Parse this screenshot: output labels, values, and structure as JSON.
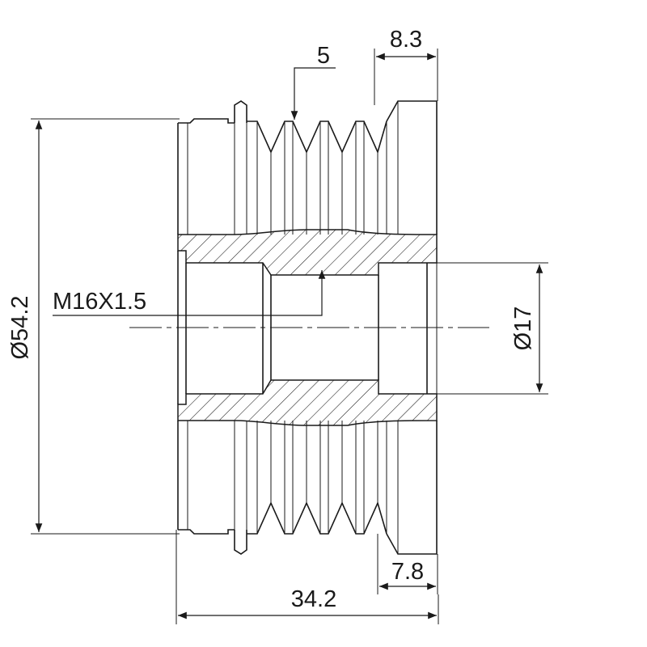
{
  "dimensions": {
    "groove_pitch": "5",
    "right_flange_width": "8.3",
    "outer_diameter": "Ø54.2",
    "thread": "M16X1.5",
    "bore_diameter": "Ø17",
    "rear_width": "7.8",
    "overall_length": "34.2"
  },
  "colors": {
    "line": "#1a1a1a",
    "background": "#ffffff"
  }
}
